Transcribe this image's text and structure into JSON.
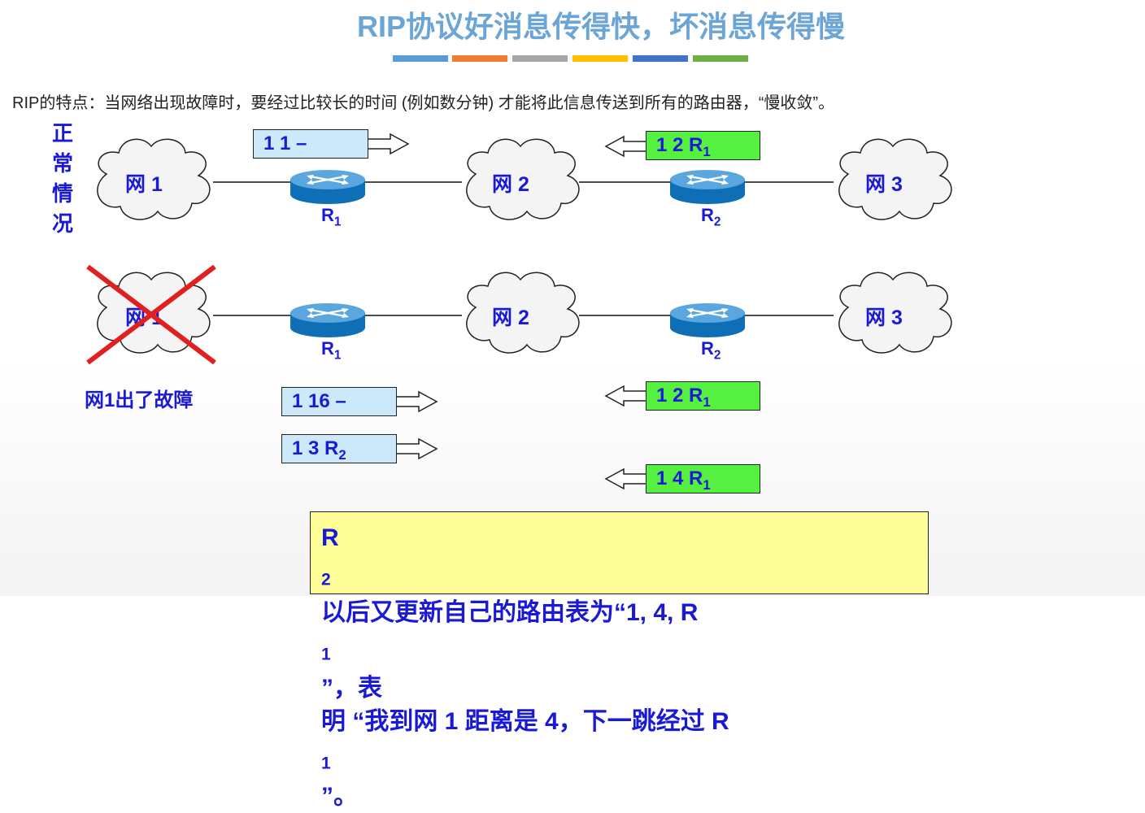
{
  "title": "RIP协议好消息传得快，坏消息传得慢",
  "title_bar_colors": [
    "#5b9bd5",
    "#ed7d31",
    "#a5a5a5",
    "#ffc000",
    "#4472c4",
    "#70ad47"
  ],
  "intro": "RIP的特点：当网络出现故障时，要经过比较长的时间 (例如数分钟) 才能将此信息传送到所有的路由器，“慢收敛”。",
  "side_label": [
    "正",
    "常",
    "情",
    "况"
  ],
  "fault_label": "网1出了故障",
  "networks": {
    "net1": "网 1",
    "net2": "网 2",
    "net3": "网 3"
  },
  "routers": {
    "r1": {
      "name": "R",
      "sub": "1"
    },
    "r2": {
      "name": "R",
      "sub": "2"
    }
  },
  "messages": {
    "normal_r1": {
      "text": "1  1  –",
      "sub": ""
    },
    "normal_r2": {
      "text": "1  2  R",
      "sub": "1"
    },
    "fault_r1_a": {
      "text": "1  16  –",
      "sub": ""
    },
    "fault_r1_b": {
      "text": "1  3  R",
      "sub": "2"
    },
    "fault_r2_a": {
      "text": "1  2  R",
      "sub": "1"
    },
    "fault_r2_b": {
      "text": "1  4  R",
      "sub": "1"
    }
  },
  "note": {
    "line1_a": "R",
    "line1_sub_a": "2",
    "line1_b": " 以后又更新自己的路由表为“1,  4,  R",
    "line1_sub_b": "1",
    "line1_c": "”，表",
    "line2_a": "明  “我到网 1 距离是 4，下一跳经过 R",
    "line2_sub": "1",
    "line2_b": "”。"
  },
  "colors": {
    "text_blue": "#1a1ad6",
    "msg_blue": "#cce9f9",
    "msg_green": "#55f040",
    "note_bg": "#ffff99",
    "cross_red": "#e02020",
    "title": "#6aa5d6"
  }
}
